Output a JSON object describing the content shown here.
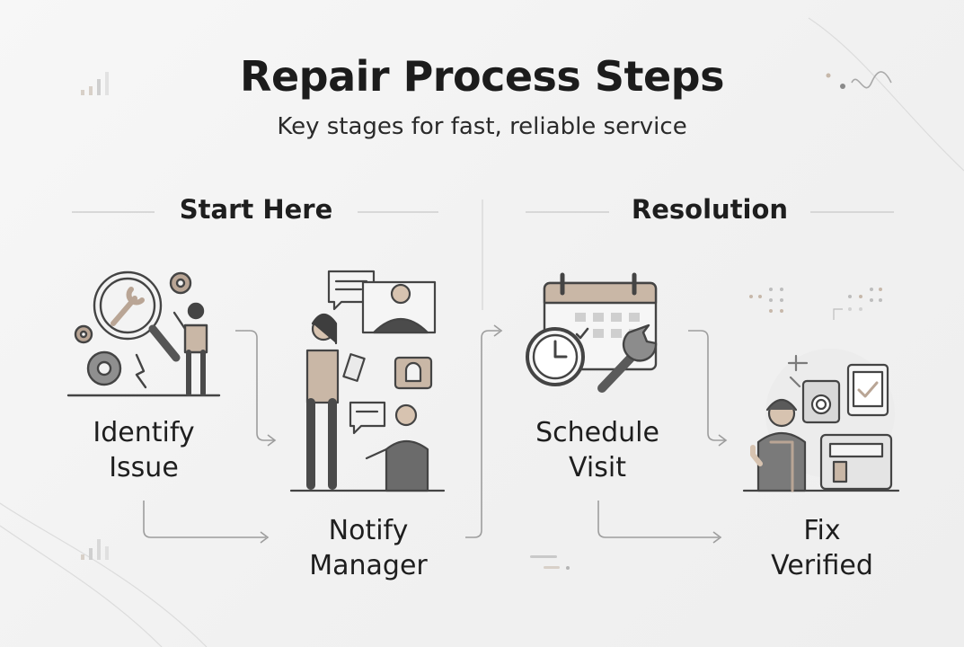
{
  "title": "Repair Process Steps",
  "subtitle": "Key stages for fast, reliable service",
  "sections": [
    {
      "label": "Start Here"
    },
    {
      "label": "Resolution"
    }
  ],
  "steps": [
    {
      "line1": "Identify",
      "line2": "Issue",
      "icon": "magnifier-wrench-icon"
    },
    {
      "line1": "Notify",
      "line2": "Manager",
      "icon": "people-messaging-icon"
    },
    {
      "line1": "Schedule",
      "line2": "Visit",
      "icon": "calendar-clock-wrench-icon"
    },
    {
      "line1": "Fix",
      "line2": "Verified",
      "icon": "technician-approved-icon"
    }
  ],
  "colors": {
    "text": "#1f1f1f",
    "line": "#4a4a4a",
    "accent": "#b9a595",
    "connector": "#9a9a9a",
    "divider": "#c8c8c8"
  }
}
